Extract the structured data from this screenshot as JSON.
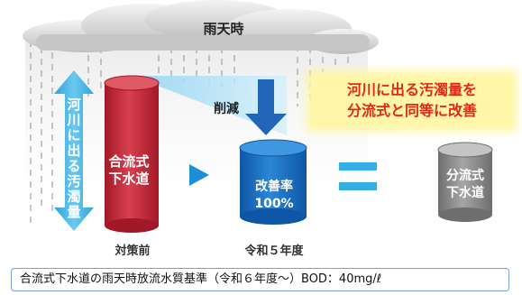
{
  "rain_title": "雨天時",
  "reduction_label": "削減",
  "vertical_label": "河川に出る汚濁量",
  "callout_text": "河川に出る汚濁量を\n分流式と同等に改善",
  "cylinders": {
    "combined_label": "合流式\n下水道",
    "improvement_label": "改善率\n100%",
    "separate_label": "分流式\n下水道"
  },
  "captions": {
    "before": "対策前",
    "after": "令和５年度"
  },
  "standard_text": "合流式下水道の雨天時放流水質基準（令和６年度～）BOD：40mg/ℓ",
  "colors": {
    "combined_red": "#c8283a",
    "improved_blue": "#1a6fc4",
    "separate_gray": "#8e8e8e",
    "arrow_cyan": "#39b5e3",
    "down_arrow_blue": "#2166b8",
    "callout_red": "#e0281b"
  },
  "icons": [
    "cloud-icon",
    "rain-icon",
    "double-arrow-icon",
    "down-arrow-icon",
    "right-arrow-icon",
    "equals-icon"
  ]
}
